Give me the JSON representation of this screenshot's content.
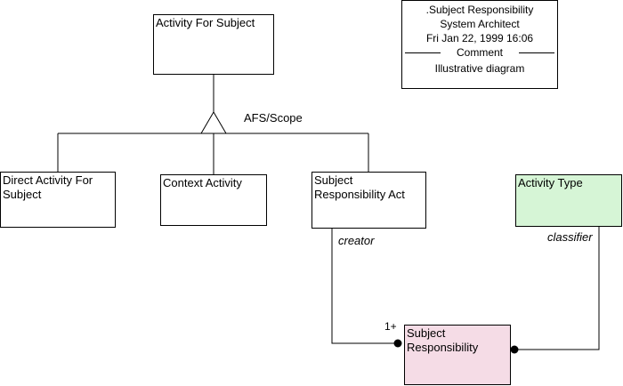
{
  "classes": {
    "activity_for_subject": "Activity For Subject",
    "direct_activity": "Direct Activity For Subject",
    "context_activity": "Context Activity",
    "subject_responsibility_act": "Subject Responsibility Act",
    "activity_type": "Activity Type",
    "subject_responsibility": "Subject Responsibility"
  },
  "generalization_label": "AFS/Scope",
  "roles": {
    "creator": "creator",
    "classifier": "classifier",
    "multiplicity": "1+"
  },
  "note": {
    "title": ".Subject Responsibility",
    "author": "System Architect",
    "date": "Fri Jan 22, 1999  16:06",
    "comment_label": "Comment",
    "comment": "Illustrative diagram"
  },
  "colors": {
    "activity_type_fill": "#d6f5d6",
    "subject_responsibility_fill": "#f5dce6",
    "line": "#000000"
  }
}
